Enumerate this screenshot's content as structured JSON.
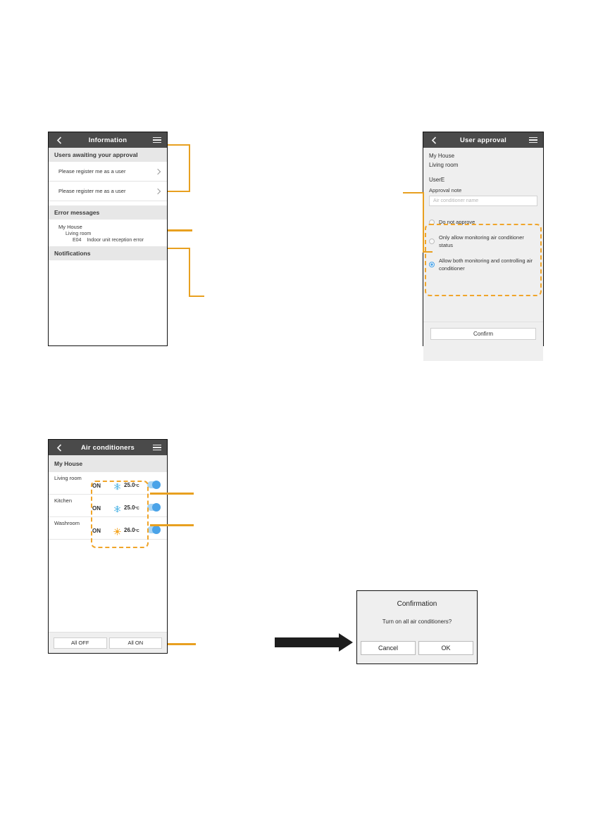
{
  "information_screen": {
    "header": {
      "title": "Information",
      "back_icon": "back-chevron-icon",
      "menu_icon": "hamburger-menu-icon"
    },
    "sections": [
      {
        "title": "Users awaiting your approval",
        "rows": [
          {
            "label": "Please register me as a user"
          },
          {
            "label": "Please register me as a user"
          }
        ]
      },
      {
        "title": "Error messages",
        "house": "My House",
        "room": "Living room",
        "error_code": "E04",
        "error_text": "Indoor unit reception error"
      },
      {
        "title": "Notifications"
      }
    ]
  },
  "user_approval_screen": {
    "header": {
      "title": "User approval",
      "back_icon": "back-chevron-icon",
      "menu_icon": "hamburger-menu-icon"
    },
    "house": "My House",
    "room": "Living room",
    "user": "UserE",
    "note_label": "Approval note",
    "note_placeholder": "Air conditioner name",
    "options": [
      {
        "label": "Do not approve",
        "selected": false
      },
      {
        "label": "Only allow monitoring air conditioner status",
        "selected": false
      },
      {
        "label": "Allow both monitoring and controlling air conditioner",
        "selected": true
      }
    ],
    "confirm_label": "Confirm"
  },
  "air_conditioners_screen": {
    "header": {
      "title": "Air conditioners",
      "back_icon": "back-chevron-icon",
      "menu_icon": "hamburger-menu-icon"
    },
    "group": "My House",
    "units": [
      {
        "name": "Living room",
        "power": "ON",
        "mode": "cool",
        "mode_icon": "snowflake-icon",
        "temperature": "25.0",
        "unit": "°C",
        "toggle": "on"
      },
      {
        "name": "Kitchen",
        "power": "ON",
        "mode": "cool",
        "mode_icon": "snowflake-icon",
        "temperature": "25.0",
        "unit": "°C",
        "toggle": "on"
      },
      {
        "name": "Washroom",
        "power": "ON",
        "mode": "heat",
        "mode_icon": "sun-icon",
        "temperature": "26.0",
        "unit": "°C",
        "toggle": "on"
      }
    ],
    "all_off_label": "All OFF",
    "all_on_label": "All ON"
  },
  "confirmation_dialog": {
    "title": "Confirmation",
    "message": "Turn on all air conditioners?",
    "cancel_label": "Cancel",
    "ok_label": "OK"
  },
  "colors": {
    "header_bar": "#4a4a4a",
    "section_header": "#e7e7e7",
    "callout_orange": "#f0a52a",
    "leader_orange": "#e8a020",
    "accent_blue": "#4aa3e8",
    "toggle_track": "#a8d5f5",
    "arrow_black": "#1d1d1d"
  }
}
